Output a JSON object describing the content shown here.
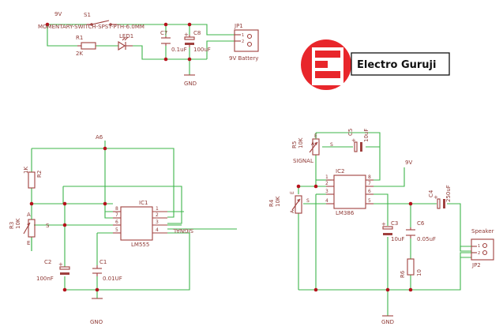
{
  "power_section": {
    "supply_label": "9V",
    "switch_name": "S1",
    "switch_value": "MOMENTARY-SWITCH-SPST-PTH-6.0MM",
    "r1_name": "R1",
    "r1_value": "2K",
    "led_name": "LED1",
    "c7_name": "C7",
    "c7_value": "0.1uF",
    "c8_name": "C8",
    "c8_value": "100uF",
    "jp1_name": "JP1",
    "jp1_value": "9V Battery",
    "gnd_label": "GND"
  },
  "logo": {
    "brand": "Electro Guruji",
    "accent_color": "#e8262b"
  },
  "timer_section": {
    "supply_label": "A6",
    "r2_name": "R2",
    "r2_value": "1K",
    "r3_name": "R3",
    "r3_value": "10K",
    "c2_name": "C2",
    "c2_value": "100nF",
    "c1_name": "C1",
    "c1_value": "0.01UF",
    "ic_name": "IC1",
    "ic_value": "LM555",
    "signal_label": "SIGNAL",
    "gnd_label": "GNO",
    "pin_numbers_left": [
      "8",
      "7",
      "6",
      "5"
    ],
    "pin_numbers_right": [
      "1",
      "2",
      "3",
      "4"
    ],
    "pot_a": "A",
    "pot_e": "E",
    "pot_s": "S"
  },
  "amp_section": {
    "r5_name": "R5",
    "r5_value": "10K",
    "c5_name": "C5",
    "c5_value": "10uF",
    "signal_label": "SIGNAL",
    "supply_label": "9V",
    "ic_name": "IC2",
    "ic_value": "LM386",
    "r4_name": "R4",
    "r4_value": "10K",
    "c3_name": "C3",
    "c3_value": "10uF",
    "c6_name": "C6",
    "c6_value": "0.05uF",
    "c4_name": "C4",
    "c4_value": "250uF",
    "r6_name": "R6",
    "r6_value": "10",
    "speaker_label": "Speaker",
    "jp2_name": "JP2",
    "gnd_label": "GND",
    "pin_numbers_left": [
      "1",
      "2",
      "3",
      "4"
    ],
    "pin_numbers_right": [
      "8",
      "7",
      "6",
      "5"
    ],
    "pot_a": "A",
    "pot_e": "E",
    "pot_s": "S"
  }
}
